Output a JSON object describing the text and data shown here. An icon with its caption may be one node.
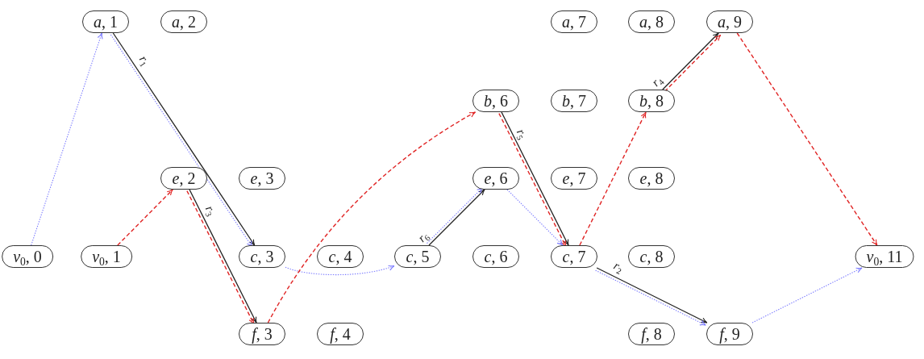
{
  "diagram": {
    "nodes": [
      {
        "text": [
          "*a*, 1"
        ]
      },
      {
        "text": [
          "*a*, 2"
        ]
      },
      {
        "text": [
          "*a*, 7"
        ]
      },
      {
        "text": [
          "*a*, 8"
        ]
      },
      {
        "text": [
          "*a*, 9"
        ]
      },
      {
        "text": [
          "*b*, 6"
        ]
      },
      {
        "text": [
          "*b*, 7"
        ]
      },
      {
        "text": [
          "*b*, 8"
        ]
      },
      {
        "text": [
          "*e*, 2"
        ]
      },
      {
        "text": [
          "*e*, 3"
        ]
      },
      {
        "text": [
          "*e*, 6"
        ]
      },
      {
        "text": [
          "*e*, 7"
        ]
      },
      {
        "text": [
          "*e*, 8"
        ]
      },
      {
        "text": [
          "*v*$_{0}$, 0"
        ]
      },
      {
        "text": [
          "*v*$_{0}$, 1"
        ]
      },
      {
        "text": [
          "*c*, 3"
        ]
      },
      {
        "text": [
          "*c*, 4"
        ]
      },
      {
        "text": [
          "*c*, 5"
        ]
      },
      {
        "text": [
          "*c*, 6"
        ]
      },
      {
        "text": [
          "*c*, 7"
        ]
      },
      {
        "text": [
          "*c*, 8"
        ]
      },
      {
        "text": [
          "*v*$_{0}$, 11"
        ]
      },
      {
        "text": [
          "*f*, 3"
        ]
      },
      {
        "text": [
          "*f*, 4"
        ]
      },
      {
        "text": [
          "*f*, 8"
        ]
      },
      {
        "text": [
          "*f*, 9"
        ]
      }
    ],
    "edges": [
      {
        "from": 13,
        "to": 0,
        "arrow": "to",
        "style": "dashed",
        "color": "#7b7bff"
      },
      {
        "from": 0,
        "to": 15,
        "arrow": "to",
        "label": "*r*$_{1}$",
        "color": "#222222"
      },
      {
        "from": 0,
        "to": 15,
        "arrow": "to",
        "style": "dashed",
        "color": "#7b7bff"
      },
      {
        "from": 14,
        "to": 8,
        "arrow": "to",
        "style": "dashed",
        "color": "#e02424"
      },
      {
        "from": 8,
        "to": 22,
        "arrow": "to",
        "label": "*r*$_{3}$",
        "color": "#222222"
      },
      {
        "from": 8,
        "to": 22,
        "arrow": "to",
        "style": "dashed",
        "color": "#e02424"
      },
      {
        "from": 15,
        "to": 17,
        "arrow": "to",
        "style": "dashed",
        "color": "#7b7bff"
      },
      {
        "from": 22,
        "to": 5,
        "arrow": "to",
        "style": "dashed",
        "color": "#e02424"
      },
      {
        "from": 17,
        "to": 10,
        "arrow": "to",
        "label": "*r*$_{6}$",
        "color": "#222222"
      },
      {
        "from": 17,
        "to": 10,
        "arrow": "to",
        "style": "dashed",
        "color": "#7b7bff"
      },
      {
        "from": 5,
        "to": 19,
        "arrow": "to",
        "label": "*r*$_{5}$",
        "color": "#222222"
      },
      {
        "from": 5,
        "to": 19,
        "arrow": "to",
        "style": "dashed",
        "color": "#e02424"
      },
      {
        "from": 10,
        "to": 19,
        "arrow": "to",
        "style": "dashed",
        "color": "#7b7bff"
      },
      {
        "from": 19,
        "to": 7,
        "arrow": "to",
        "style": "dashed",
        "color": "#e02424"
      },
      {
        "from": 7,
        "to": 4,
        "arrow": "to",
        "label": "*r*$_{4}$",
        "color": "#222222"
      },
      {
        "from": 7,
        "to": 4,
        "arrow": "to",
        "style": "dashed",
        "color": "#e02424"
      },
      {
        "from": 19,
        "to": 25,
        "arrow": "to",
        "label": "*r*$_{2}$",
        "color": "#222222"
      },
      {
        "from": 19,
        "to": 25,
        "arrow": "to",
        "style": "dashed",
        "color": "#7b7bff"
      },
      {
        "from": 4,
        "to": 21,
        "arrow": "to",
        "style": "dashed",
        "color": "#e02424"
      },
      {
        "from": 25,
        "to": 21,
        "arrow": "to",
        "style": "dashed",
        "color": "#7b7bff"
      }
    ]
  }
}
